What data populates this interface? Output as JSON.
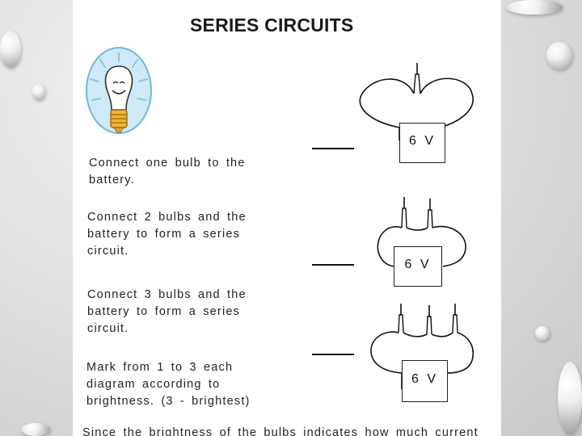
{
  "title": "SERIES CIRCUITS",
  "instructions": [
    {
      "lines": [
        "Connect one bulb to the",
        "battery."
      ]
    },
    {
      "lines": [
        "Connect 2 bulbs and the",
        "battery to form a series",
        "circuit."
      ]
    },
    {
      "lines": [
        "Connect 3 bulbs and the",
        "battery to form a series",
        "circuit."
      ]
    },
    {
      "lines": [
        "Mark from 1 to 3 each",
        "diagram according to",
        "brightness. (3 - brightest)"
      ]
    }
  ],
  "batteries": [
    "6 V",
    "6 V",
    "6 V"
  ],
  "footer": "Since the brightness of the bulbs indicates how much current",
  "icons": {
    "illustration": "lightbulb-cartoon-icon"
  }
}
